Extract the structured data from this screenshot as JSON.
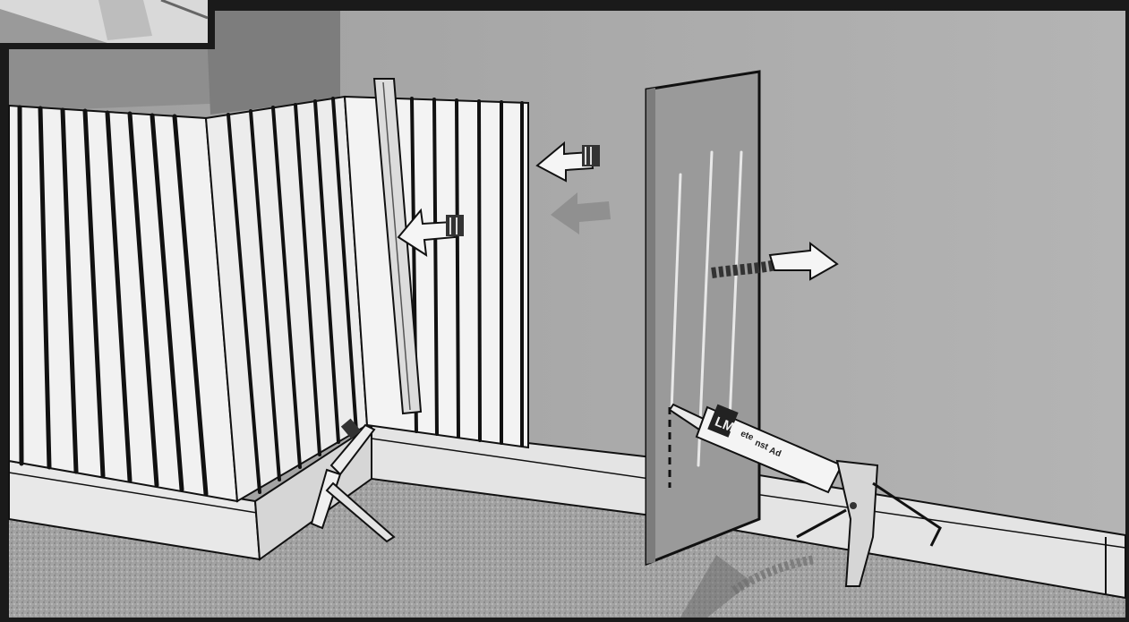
{
  "illustration": {
    "subject": "wainscoting-panel-installation",
    "icons": [
      "caulk-gun-icon",
      "arrow-left-icon",
      "arrow-right-icon"
    ],
    "tube_label": {
      "brand": "LM",
      "line1": "ete",
      "line2": "nst",
      "line3": "Ad"
    },
    "colors": {
      "wall": "#a9a9a9",
      "wall_dark": "#8f8f8f",
      "panel_light": "#f2f2f2",
      "groove": "#111111",
      "baseboard": "#e6e6e6",
      "carpet": "#9c9c9c",
      "outline": "#0d0d0d"
    }
  }
}
